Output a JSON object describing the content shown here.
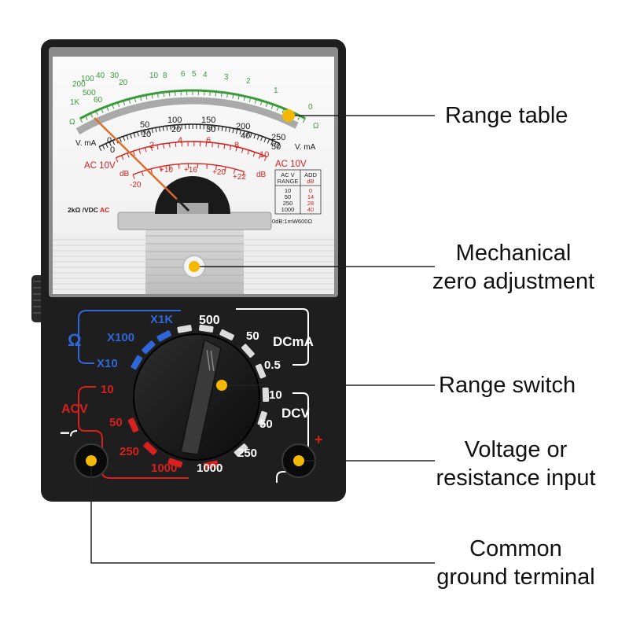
{
  "meter": {
    "scale": {
      "ohm_ticks": [
        "200",
        "100",
        "40",
        "30",
        "20",
        "10",
        "8",
        "6",
        "5",
        "4",
        "3",
        "2",
        "1",
        "0"
      ],
      "ohm_low_labels": [
        "1K",
        "500",
        "60"
      ],
      "ohm_symbol_left": "Ω",
      "ohm_symbol_right": "Ω",
      "dc_ticks_top": [
        "50",
        "100",
        "150",
        "200",
        "250"
      ],
      "dc_ticks_mid": [
        "10",
        "20",
        "30",
        "40",
        "50"
      ],
      "dc_ticks_low": [
        "2",
        "4",
        "6",
        "8",
        "10"
      ],
      "zero_left": "0",
      "zero_left2": "0",
      "unit_left": "V. mA",
      "unit_right": "V. mA",
      "ac10_left": "AC 10V",
      "ac10_right": "AC 10V",
      "db_ticks": [
        "-20",
        "+10",
        "+16",
        "+20",
        "+22"
      ],
      "db_left": "dB",
      "db_right": "dB",
      "table_head": [
        "AC V",
        "ADD"
      ],
      "table_sub": [
        "RANGE",
        "dB"
      ],
      "table_ranges": [
        "10",
        "50",
        "250",
        "1000"
      ],
      "table_add": [
        "0",
        "14",
        "28",
        "40"
      ],
      "sensitivity": "2kΩ /VDC",
      "sensitivity_ac": "AC",
      "reference": "0dB:1mW600Ω"
    },
    "dial": {
      "ohm_label": "Ω",
      "ohm_ranges": [
        "X10",
        "X100",
        "X1K"
      ],
      "dcma_label": "DCmA",
      "dcma_ranges": [
        "500",
        "50",
        "0.5"
      ],
      "dcv_label": "DCV",
      "dcv_ranges": [
        "10",
        "50",
        "250",
        "1000"
      ],
      "acv_label": "ACV",
      "acv_ranges": [
        "10",
        "50",
        "250",
        "1000"
      ],
      "minus": "−",
      "plus": "+"
    },
    "colors": {
      "case": "#1e1e1e",
      "dial_face": "#f2f2f0",
      "marker": "#f5b800",
      "red": "#d6211e",
      "blue": "#2f67d8",
      "green": "#3a9a3a"
    }
  },
  "callouts": [
    {
      "id": "range-table",
      "lines": [
        "Range table"
      ]
    },
    {
      "id": "mechanical-zero",
      "lines": [
        "Mechanical",
        "zero adjustment"
      ]
    },
    {
      "id": "range-switch",
      "lines": [
        "Range switch"
      ]
    },
    {
      "id": "voltage-input",
      "lines": [
        "Voltage or",
        "resistance input"
      ]
    },
    {
      "id": "common-ground",
      "lines": [
        "Common",
        "ground terminal"
      ]
    }
  ]
}
